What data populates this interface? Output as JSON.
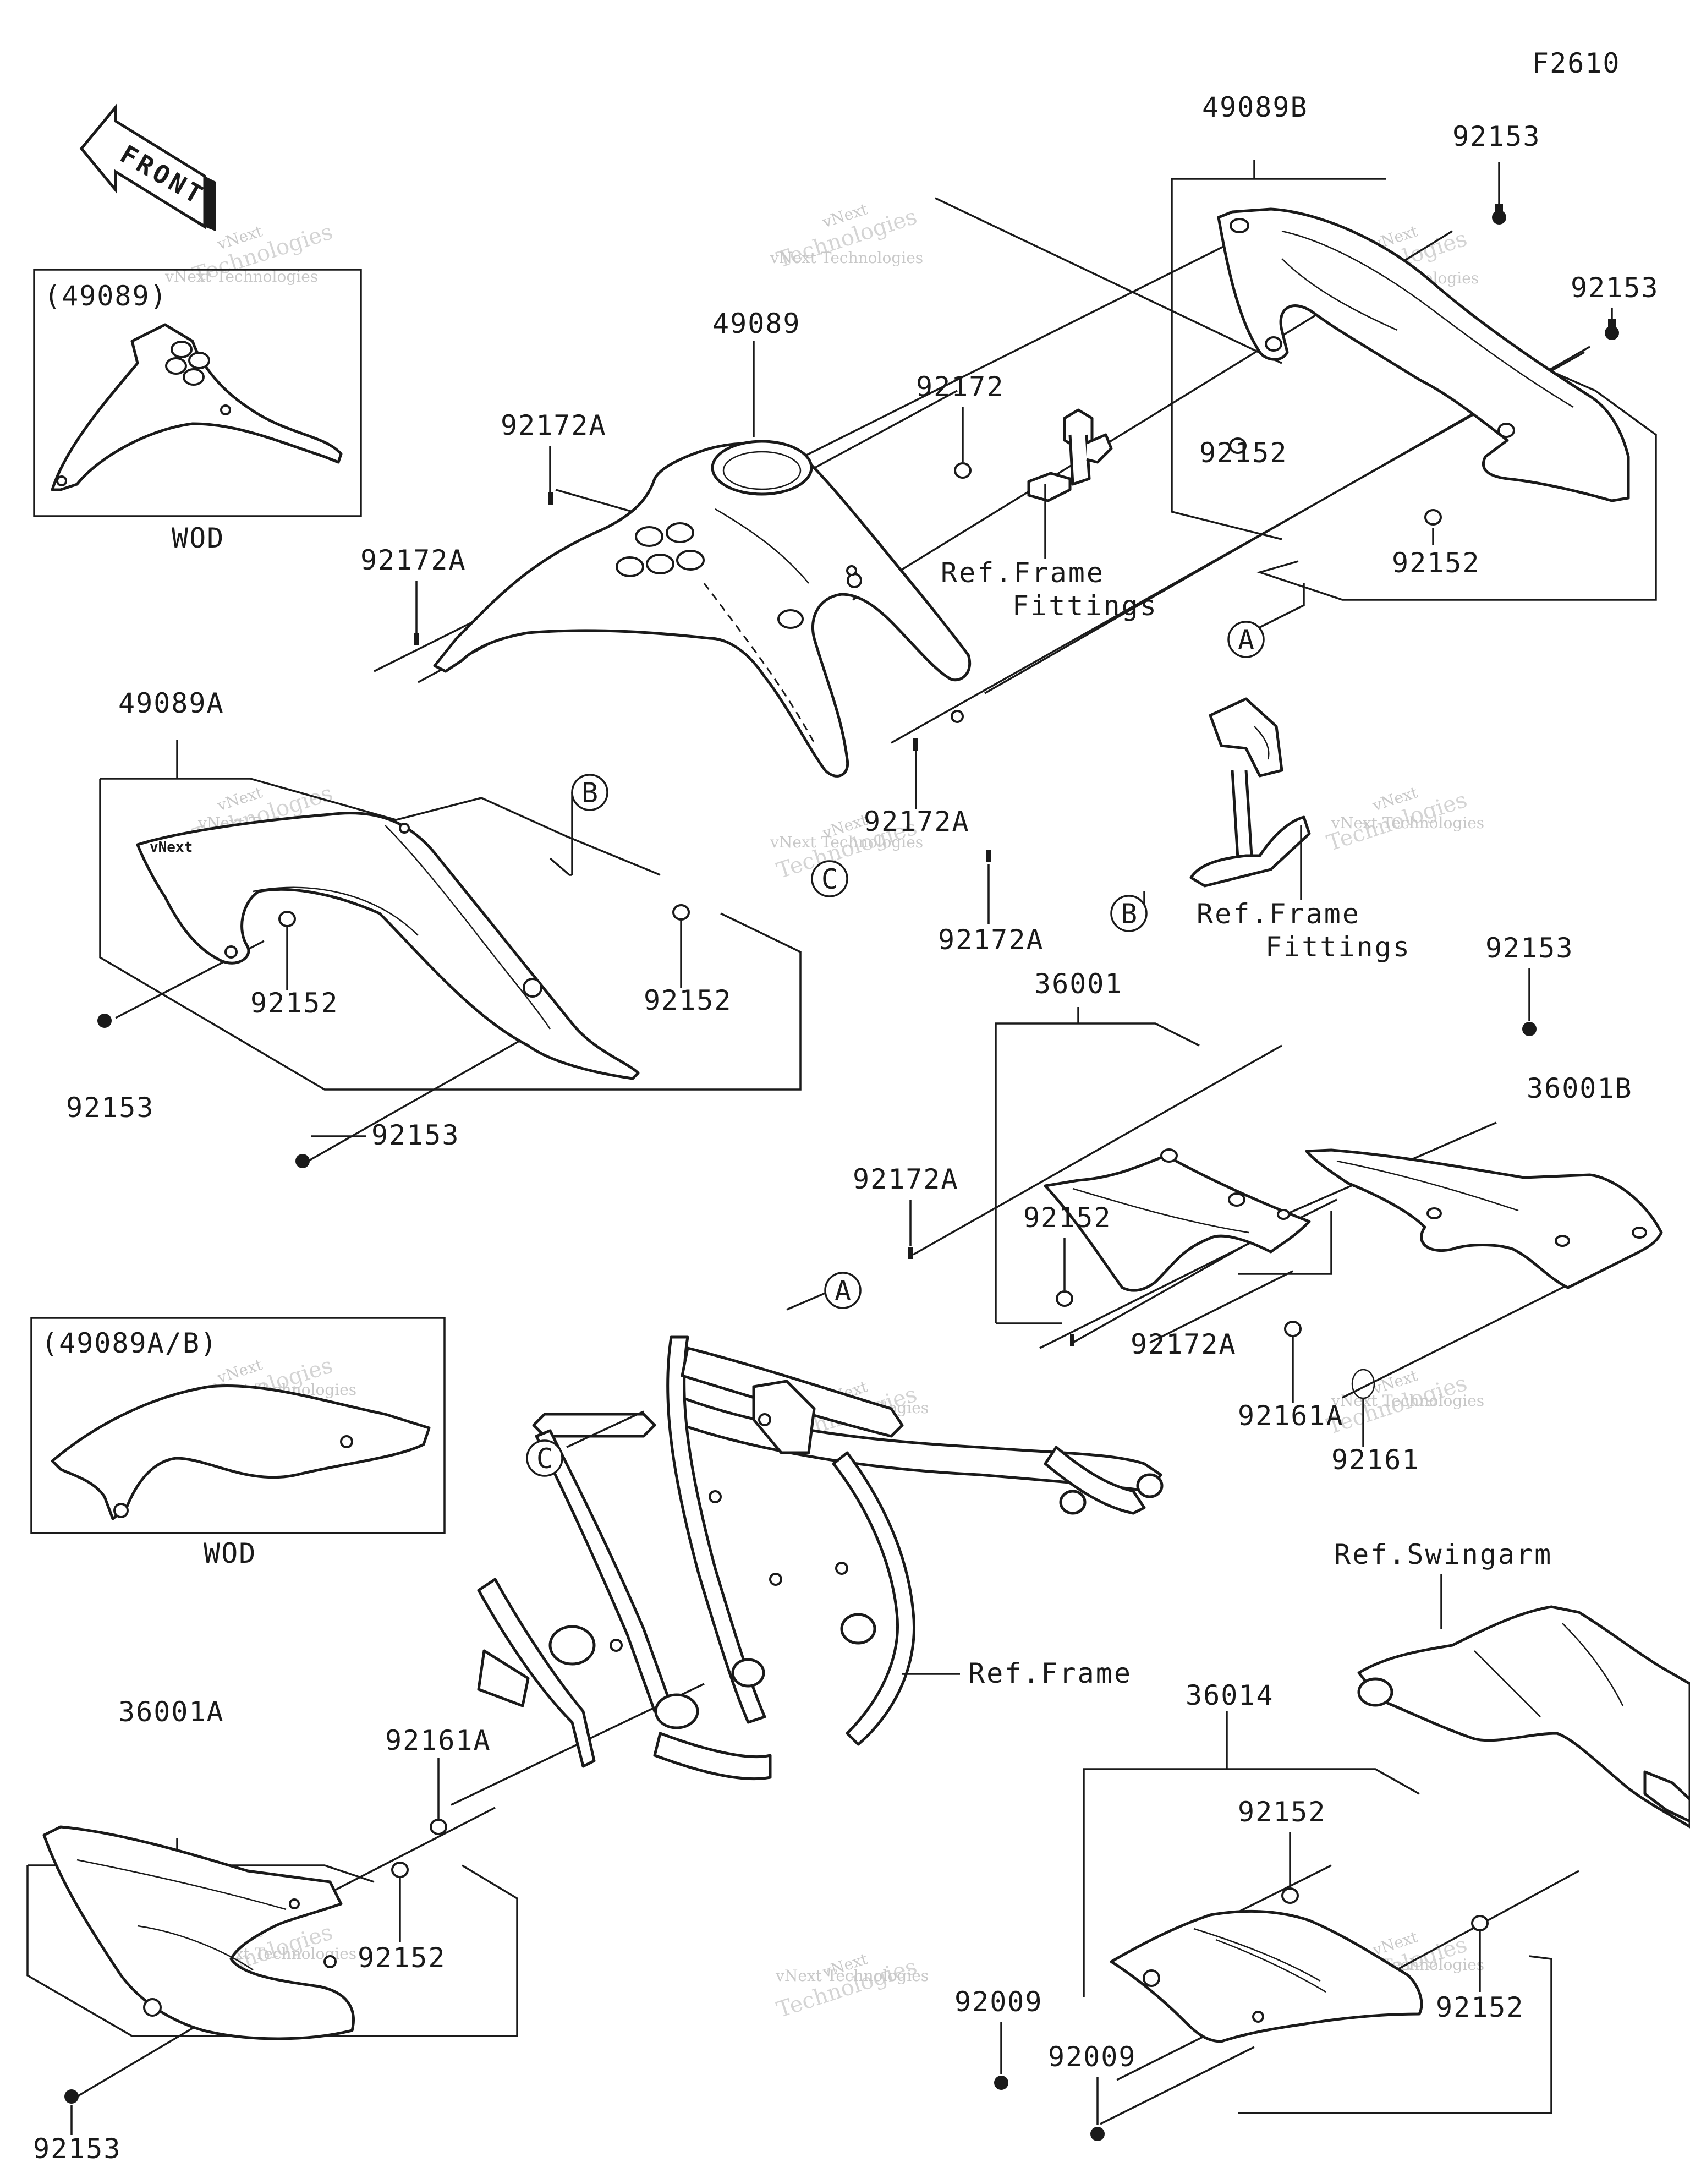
{
  "figure_code": "F2610",
  "front_label": "FRONT",
  "watermark": {
    "line1": "vNext",
    "line2": "Technologies",
    "line3": "vNext Technologies"
  },
  "inset_labels": {
    "inset1_title": "(49089)",
    "inset1_caption": "WOD",
    "inset2_title": "(49089A/B)",
    "inset2_caption": "WOD"
  },
  "callouts": {
    "a": "A",
    "b": "B",
    "c": "C"
  },
  "parts": {
    "p49089B": "49089B",
    "p92153_tr1": "92153",
    "p92153_tr2": "92153",
    "p92152_tr1": "92152",
    "p92152_tr2": "92152",
    "p49089": "49089",
    "p92172": "92172",
    "p92172A_1": "92172A",
    "p92172A_2": "92172A",
    "p92172A_3": "92172A",
    "p92172A_4": "92172A",
    "p92172A_5": "92172A",
    "p92172A_6": "92172A",
    "p49089A": "49089A",
    "p92152_l1": "92152",
    "p92152_l2": "92152",
    "p92153_l1": "92153",
    "p92153_l2": "92153",
    "p92153_r3": "92153",
    "p36001": "36001",
    "p36001B": "36001B",
    "p92152_m": "92152",
    "p92161A_1": "92161A",
    "p92161": "92161",
    "p36001A": "36001A",
    "p92161A_2": "92161A",
    "p92152_bl": "92152",
    "p92153_bl": "92153",
    "p36014": "36014",
    "p92152_br1": "92152",
    "p92152_br2": "92152",
    "p92009_1": "92009",
    "p92009_2": "92009"
  },
  "refs": {
    "ref_frame_fittings_1a": "Ref.Frame",
    "ref_frame_fittings_1b": "Fittings",
    "ref_frame_fittings_2a": "Ref.Frame",
    "ref_frame_fittings_2b": "Fittings",
    "ref_frame": "Ref.Frame",
    "ref_swingarm": "Ref.Swingarm"
  }
}
